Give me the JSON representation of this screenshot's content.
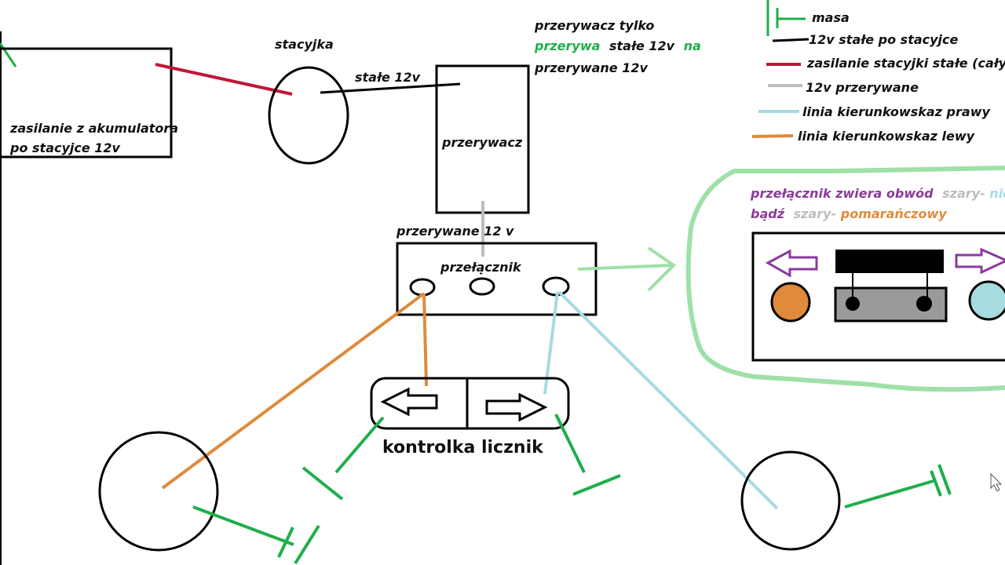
{
  "colors": {
    "masa": "#1fae4b",
    "stale_po_stacyjce": "#000000",
    "zasilanie_stacyjki": "#c0173a",
    "przerywane": "#bdbdbd",
    "kierunkowskaz_prawy": "#a6dbe0",
    "kierunkowskaz_lewy": "#e08a3c",
    "note_purple": "#8b3a9c",
    "highlight_green": "#9fe0a8"
  },
  "labels": {
    "battery": [
      "zasilanie z akumulatora",
      "po stacyjce 12v"
    ],
    "stacyjka": "stacyjka",
    "stale12v": "stałe 12v",
    "przerywacz": "przerywacz",
    "przerywane12v": "przerywane 12 v",
    "przelacznik": "przełącznik",
    "kontrolka": "kontrolka licznik"
  },
  "top_note": {
    "line1": "przerywacz tylko",
    "line2_green": "przerywa",
    "line2_black": "stałe 12v",
    "line2_green_end": "na",
    "line3_grey": "przerywane 12v"
  },
  "legend": [
    {
      "key": "masa",
      "text": "masa"
    },
    {
      "key": "stale_po_stacyjce",
      "text": "12v stałe po stacyjce"
    },
    {
      "key": "zasilanie_stacyjki",
      "text": "zasilanie stacyjki stałe (cały"
    },
    {
      "key": "przerywane",
      "text": "12v przerywane"
    },
    {
      "key": "kierunkowskaz_prawy",
      "text": "linia kierunkowskaz prawy"
    },
    {
      "key": "kierunkowskaz_lewy",
      "text": "linia kierunkowskaz lewy"
    }
  ],
  "switch_note": {
    "line1_purple": "przełącznik zwiera obwód",
    "line1_grey": "szary-",
    "line1_blue": "nie",
    "line2_purple": "bądź",
    "line2_grey": "szary-",
    "line2_orange": "pomarańczowy"
  }
}
